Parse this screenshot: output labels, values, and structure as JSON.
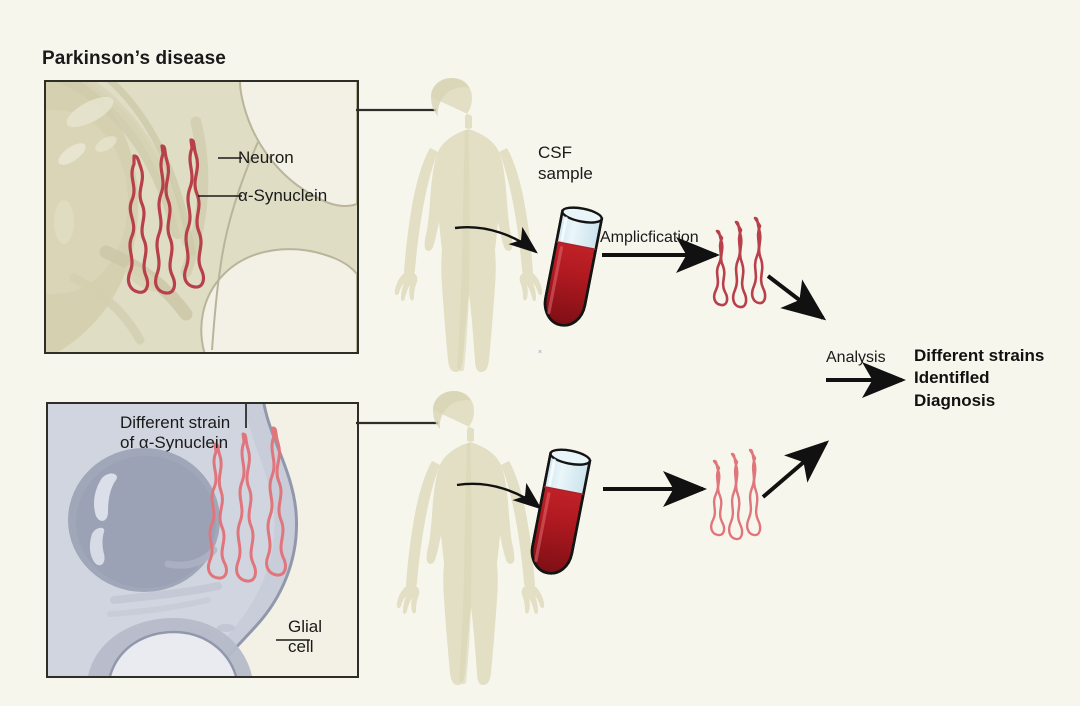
{
  "figure": {
    "title": "Parkinson’s disease",
    "background_color": "#f7f6ec",
    "type": "scientific-workflow-diagram",
    "description": "Two-row schematic showing alpha-synuclein strains in neuron and glial cell, CSF sampling from patients, amplification, and analysis yielding strain identification and diagnosis."
  },
  "panels": {
    "neuron": {
      "name": "neuron-panel",
      "labels": {
        "neuron": "Neuron",
        "alpha_synuclein": "α-Synuclein"
      },
      "colors": {
        "cell_body": "#d8d5bd",
        "cytoplasm": "#e3e0c9",
        "interior": "#f2f0e4",
        "outline": "#b9b49a",
        "fibril": "#b8404a"
      }
    },
    "glial": {
      "name": "glial-panel",
      "labels": {
        "different_strain": "Different strain\nof α-Synuclein",
        "different_strain_line1": "Different strain",
        "different_strain_line2": "of α-Synuclein",
        "glial_cell": "Glial\ncell",
        "glial_cell_line1": "Glial",
        "glial_cell_line2": "cell"
      },
      "colors": {
        "cell_body": "#c3c6d4",
        "cytoplasm": "#ced1dd",
        "nucleus": "#9ba2b5",
        "membrane": "#9298ac",
        "fibril": "#e0757c"
      }
    }
  },
  "workflow": {
    "csf_sample_label": "CSF\nsample",
    "csf_sample_line1": "CSF",
    "csf_sample_line2": "sample",
    "amplification_label": "Amplicfication",
    "analysis_label": "Analysis",
    "result_lines": [
      "Different strains",
      "Identifled",
      "Diagnosis"
    ],
    "result_line1": "Different strains",
    "result_line2": "Identifled",
    "result_line3": "Diagnosis",
    "stray_mark": "×"
  },
  "colors": {
    "figure_background": "#f7f6ec",
    "body_silhouette": "#e2dfc4",
    "body_silhouette_shade": "#d6d2b2",
    "tube_liquid_top": "#cc2227",
    "tube_liquid_bottom": "#8e1118",
    "tube_glass": "#dff0f5",
    "tube_outline": "#141414",
    "arrow": "#111111",
    "panel_border": "#2e2e28",
    "text": "#1a1a1a",
    "fibril_dark_red": "#b8404a",
    "fibril_light_red": "#e0757c"
  },
  "rows": [
    {
      "name": "row-parkinsons",
      "patient": "patient-figure-top",
      "fibril_color": "#b8404a",
      "has_amplification_label": true
    },
    {
      "name": "row-different-strain",
      "patient": "patient-figure-bottom",
      "fibril_color": "#e0757c",
      "has_amplification_label": false
    }
  ]
}
